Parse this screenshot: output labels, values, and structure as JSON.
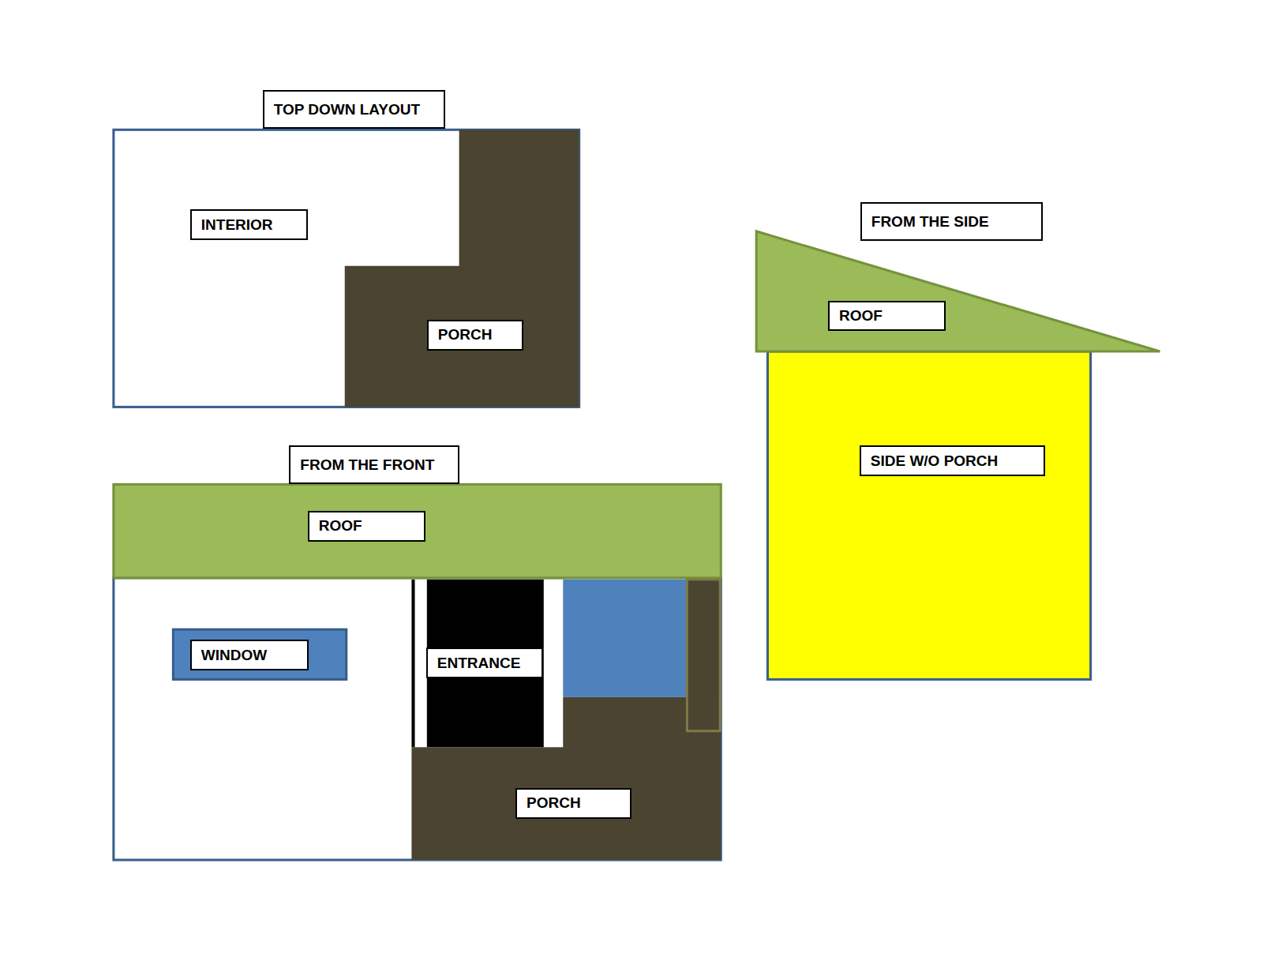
{
  "diagram": {
    "nodes": [
      {
        "text": [
          "TOP DOWN LAYOUT"
        ]
      },
      {
        "text": [
          "FROM THE SIDE"
        ]
      },
      {
        "text": [
          "INTERIOR"
        ]
      },
      {
        "text": [
          "ROOF"
        ]
      },
      {
        "text": [
          "PORCH"
        ]
      },
      {
        "text": [
          "FROM THE FRONT"
        ]
      },
      {
        "text": [
          "SIDE W/O PORCH"
        ]
      },
      {
        "text": [
          "ROOF"
        ]
      },
      {
        "text": [
          "WINDOW"
        ]
      },
      {
        "text": [
          "ENTRANCE"
        ]
      },
      {
        "text": [
          "PORCH"
        ]
      }
    ]
  }
}
